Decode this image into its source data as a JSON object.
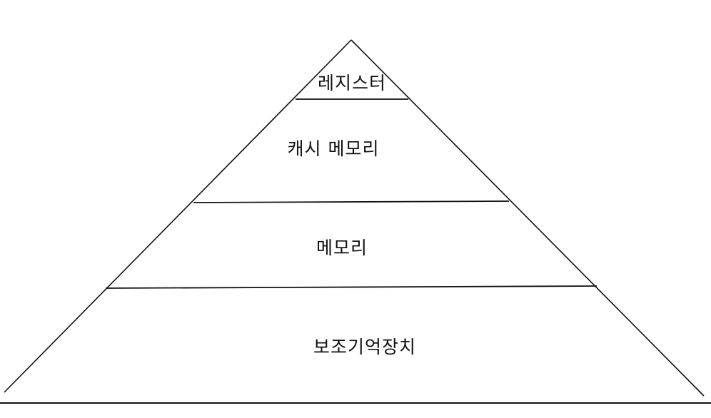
{
  "diagram": {
    "tiers": [
      {
        "label": "레지스터"
      },
      {
        "label": "캐시 메모리"
      },
      {
        "label": "메모리"
      },
      {
        "label": "보조기억장치"
      }
    ]
  },
  "colors": {
    "line": "#111111",
    "background": "#ffffff"
  }
}
